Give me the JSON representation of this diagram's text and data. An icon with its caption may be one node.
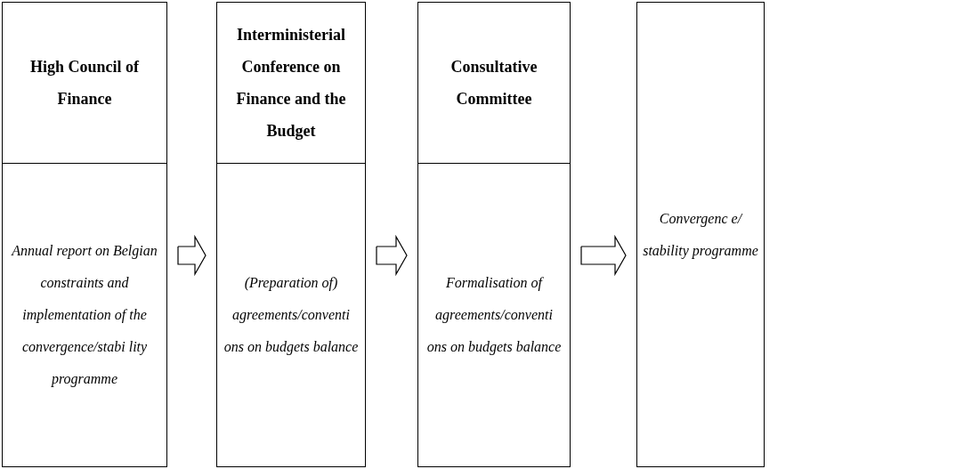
{
  "diagram": {
    "nodes": [
      {
        "text": [
          "High Council of Finance"
        ]
      },
      {
        "text": [
          "Annual report on Belgian constraints and implementation of the convergence/stabi lity programme"
        ]
      },
      {
        "text": [
          "Interministerial Conference on Finance and the Budget"
        ]
      },
      {
        "text": [
          "(Preparation of) agreements/conventi ons on budgets balance"
        ]
      },
      {
        "text": [
          "Consultative Committee"
        ]
      },
      {
        "text": [
          "Formalisation of agreements/conventi ons on budgets balance"
        ]
      },
      {
        "text": [
          "Convergenc e/ stability programme"
        ]
      }
    ],
    "edges": [
      {
        "from": 1,
        "to": 3,
        "arrow": "to"
      },
      {
        "from": 3,
        "to": 5,
        "arrow": "to"
      },
      {
        "from": 5,
        "to": 6,
        "arrow": "to"
      }
    ]
  }
}
